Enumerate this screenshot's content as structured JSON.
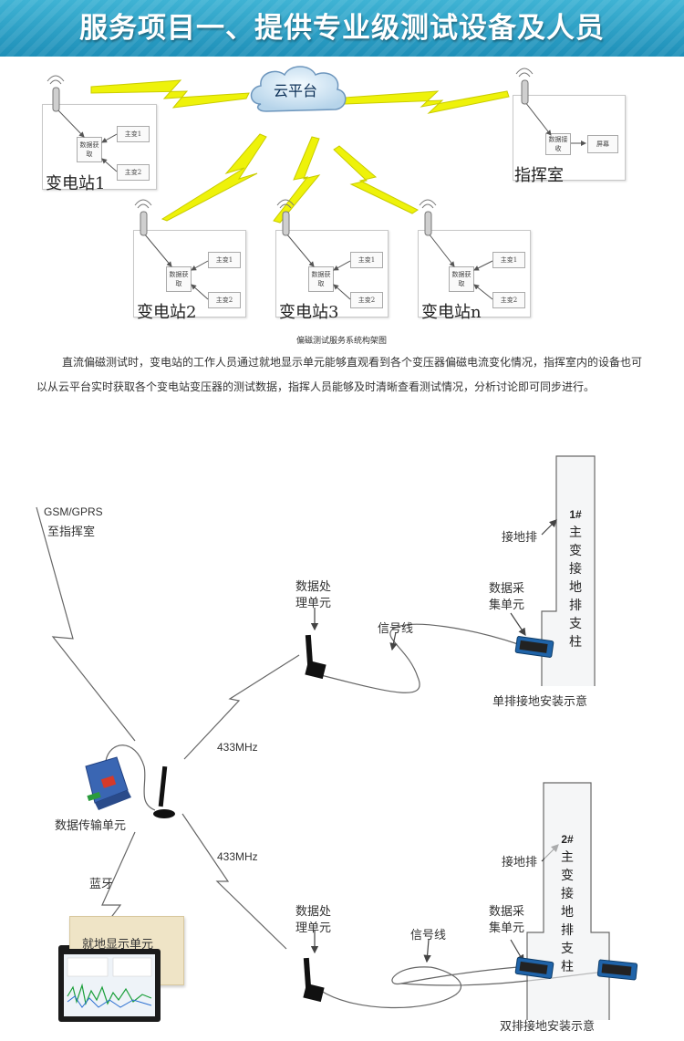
{
  "header": {
    "title": "服务项目一、提供专业级测试设备及人员"
  },
  "top_diagram": {
    "cloud_label": "云平台",
    "stations": [
      {
        "label": "变电站1"
      },
      {
        "label": "变电站2"
      },
      {
        "label": "变电站3"
      },
      {
        "label": "变电站n"
      }
    ],
    "command_room": {
      "label": "指挥室"
    },
    "data_fetch": "数据获取",
    "data_receive": "数据接收",
    "transformer_1": "主变1",
    "transformer_2": "主变2",
    "screen": "屏幕",
    "caption": "偏磁测试服务系统构架图"
  },
  "paragraph": "直流偏磁测试时，变电站的工作人员通过就地显示单元能够直观看到各个变压器偏磁电流变化情况，指挥室内的设备也可以从云平台实时获取各个变电站变压器的测试数据，指挥人员能够及时清晰查看测试情况，分析讨论即可同步进行。",
  "bottom_diagram": {
    "gsm_label_1": "GSM/GPRS",
    "gsm_label_2": "至指挥室",
    "freq_1": "433MHz",
    "freq_2": "433MHz",
    "bluetooth": "蓝牙",
    "transfer_unit": "数据传输单元",
    "local_display": "就地显示单元",
    "proc_unit_1a": "数据处",
    "proc_unit_1b": "理单元",
    "proc_unit_2a": "数据处",
    "proc_unit_2b": "理单元",
    "signal_1": "信号线",
    "signal_2": "信号线",
    "ground_1": "接地排",
    "ground_2": "接地排",
    "collect_1a": "数据采",
    "collect_1b": "集单元",
    "collect_2a": "数据采",
    "collect_2b": "集单元",
    "pillar_1": [
      "1#",
      "主",
      "变",
      "接",
      "地",
      "排",
      "支",
      "柱"
    ],
    "pillar_2": [
      "2#",
      "主",
      "变",
      "接",
      "地",
      "排",
      "支",
      "柱"
    ],
    "install_1": "单排接地安装示意",
    "install_2": "双排接地安装示意"
  }
}
